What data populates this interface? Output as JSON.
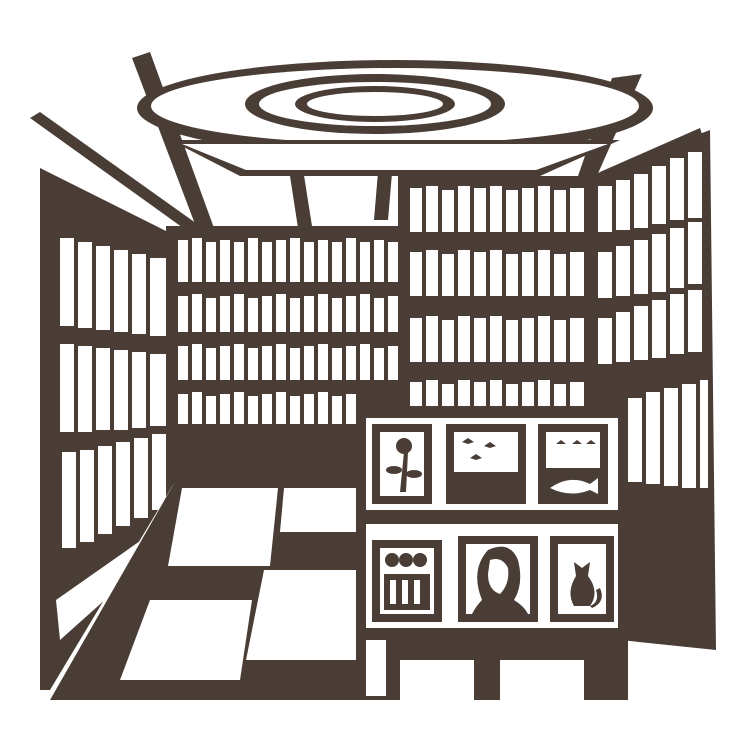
{
  "illustration": {
    "subject": "bookshop-interior",
    "colors": {
      "ink": "#4a3d35",
      "paper": "#ffffff"
    },
    "elements": [
      "ceiling-light-icon",
      "left-bookshelf",
      "back-bookshelf",
      "right-bookshelf",
      "checkered-floor",
      "display-stand",
      "flower-poster-icon",
      "birds-poster-icon",
      "fish-poster-icon",
      "abstract-poster-icon",
      "woman-portrait-poster-icon",
      "cat-poster-icon"
    ]
  }
}
